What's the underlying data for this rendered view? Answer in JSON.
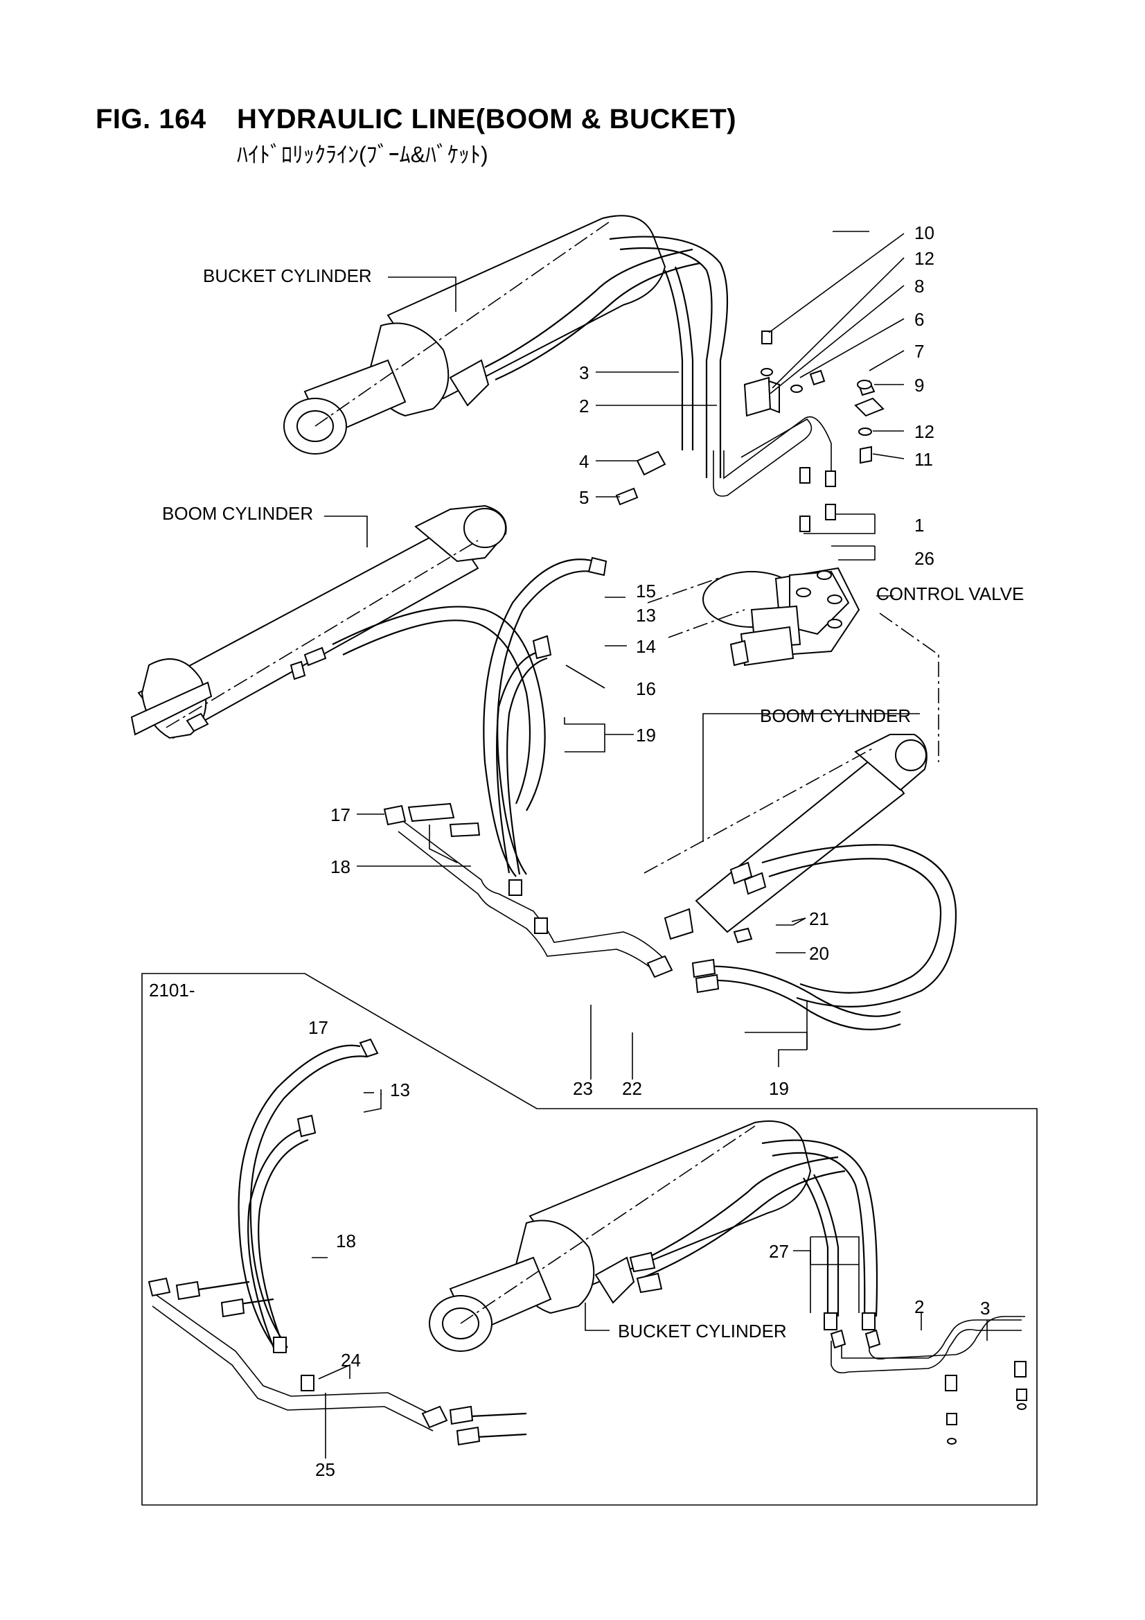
{
  "header": {
    "fig_number": "FIG. 164",
    "title": "HYDRAULIC LINE(BOOM & BUCKET)",
    "subtitle": "ﾊｲﾄﾞﾛﾘｯｸﾗｲﾝ(ﾌﾞｰﾑ&ﾊﾞｹｯﾄ)"
  },
  "labels": {
    "bucket_cylinder_top": "BUCKET CYLINDER",
    "boom_cylinder_left": "BOOM CYLINDER",
    "boom_cylinder_right": "BOOM CYLINDER",
    "control_valve": "CONTROL VALVE",
    "bucket_cylinder_inset": "BUCKET CYLINDER",
    "inset_serial": "2101-"
  },
  "callouts": {
    "c10": "10",
    "c12a": "12",
    "c8": "8",
    "c6": "6",
    "c7": "7",
    "c9": "9",
    "c12b": "12",
    "c11": "11",
    "c3": "3",
    "c2": "2",
    "c4": "4",
    "c5": "5",
    "c1": "1",
    "c26": "26",
    "c15": "15",
    "c13": "13",
    "c14": "14",
    "c16": "16",
    "c19a": "19",
    "c17": "17",
    "c18": "18",
    "c21": "21",
    "c20": "20",
    "c23": "23",
    "c22": "22",
    "c19b": "19",
    "i17": "17",
    "i13": "13",
    "i18": "18",
    "i24": "24",
    "i25": "25",
    "i27": "27",
    "i2": "2",
    "i3": "3"
  }
}
